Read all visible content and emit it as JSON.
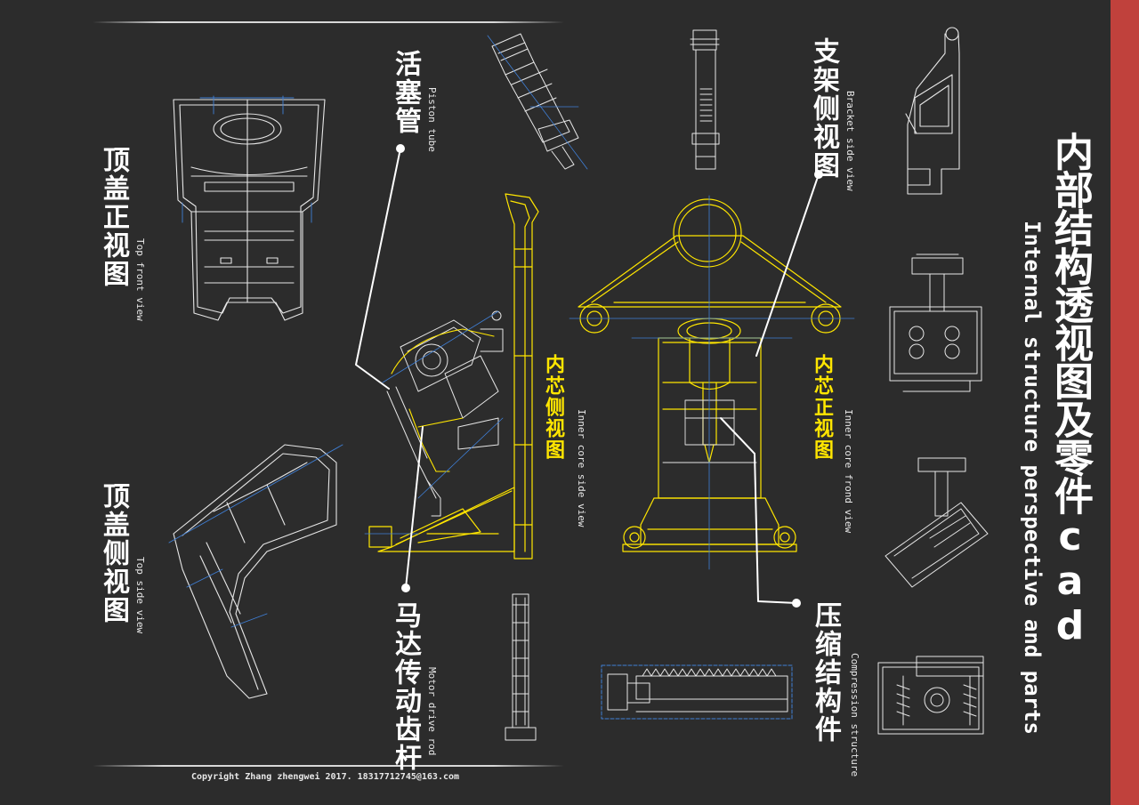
{
  "title": {
    "cn": "内部结构透视图及零件cad",
    "en": "Internal structure perspective and parts"
  },
  "labels": {
    "top_front": {
      "cn": "顶盖正视图",
      "en": "Top front view"
    },
    "top_side": {
      "cn": "顶盖侧视图",
      "en": "Top side view"
    },
    "piston": {
      "cn": "活塞管",
      "en": "Piston tube"
    },
    "motor": {
      "cn": "马达传动齿杆",
      "en": "Motor drive rod"
    },
    "core_side": {
      "cn": "内芯侧视图",
      "en": "Inner core side view"
    },
    "core_front": {
      "cn": "内芯正视图",
      "en": "Inner core frond view"
    },
    "bracket": {
      "cn": "支架侧视图",
      "en": "Bracket side view"
    },
    "compression": {
      "cn": "压缩结构件",
      "en": "Compression structure"
    }
  },
  "copyright": "Copyright Zhang zhengwei 2017. 18317712745@163.com",
  "colors": {
    "background": "#2c2c2c",
    "accent_red": "#c0413c",
    "highlight_yellow": "#ffe600",
    "line_white": "#f2f2f2",
    "line_blue": "#3f7fd6"
  }
}
